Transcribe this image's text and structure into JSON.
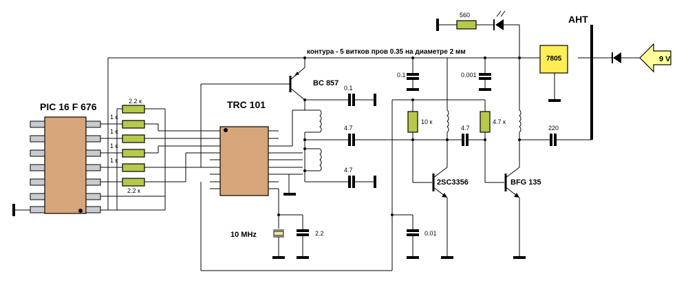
{
  "labels": {
    "pic": "PIC 16 F 676",
    "trc": "TRC 101",
    "note": "контура - 5 витков пров 0.35 на диаметре 2 мм",
    "ant": "АНТ",
    "bc857": "BC 857",
    "tr2sc": "2SC3356",
    "bfg": "BFG 135",
    "reg": "7805",
    "supply": "9 V",
    "xtal": "10 MHz"
  },
  "resistors": {
    "r1": "2.2 к",
    "r2": "1 к",
    "r3": "1 к",
    "r4": "1 к",
    "r5": "1 к",
    "r6": "2.2 к",
    "r10k": "10 к",
    "r47k": "4.7 к",
    "r560": "560"
  },
  "capacitors": {
    "c01a": "0.1",
    "c47a": "4.7",
    "c47b": "4.7",
    "c01b": "0.1",
    "c0001": "0.001",
    "c47c": "4.7",
    "c220": "220",
    "c22": "2.2",
    "c001": "0.01"
  },
  "colors": {
    "resistor": "#b8c84a",
    "chip": "#d6a57a",
    "pin": "#c8ccd0",
    "supply_arrow": "#ffff99"
  }
}
